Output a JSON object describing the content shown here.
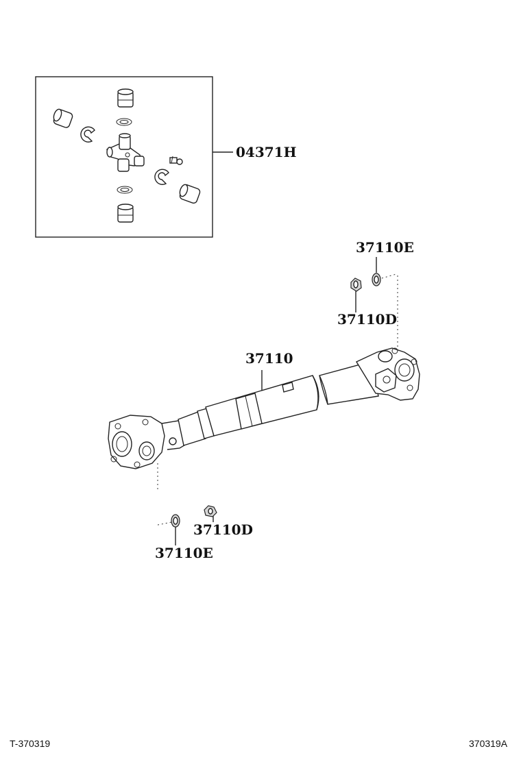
{
  "labels": {
    "kit": "04371H",
    "shaft": "37110",
    "nut_top": "37110D",
    "washer_top": "37110E",
    "nut_bottom": "37110D",
    "washer_bottom": "37110E"
  },
  "refs": {
    "left": "T-370319",
    "right": "370319A"
  }
}
